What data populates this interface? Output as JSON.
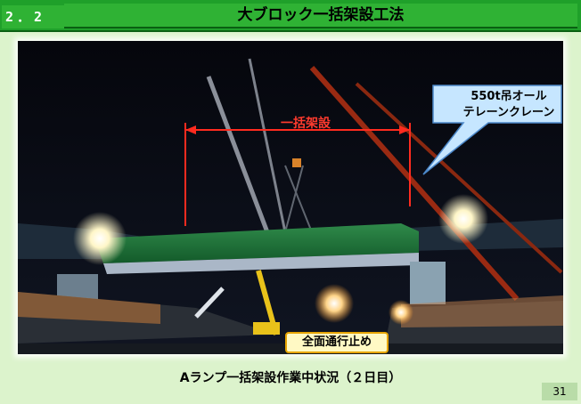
{
  "header": {
    "section_number": "2．2",
    "title": "大ブロック一括架設工法"
  },
  "photo": {
    "callout_crane_line1": "550t吊オール",
    "callout_crane_line2": "テレーンクレーン",
    "span_label": "一括架設",
    "road_closure_label": "全面通行止め"
  },
  "caption": "Aランプ一括架設作業中状況（２日目）",
  "page_number": "31",
  "colors": {
    "header_green": "#2fb234",
    "background": "#dcf3cc",
    "callout_fill": "#c6e6ff",
    "span_red": "#ff2b1f",
    "stop_border": "#e6a400"
  }
}
